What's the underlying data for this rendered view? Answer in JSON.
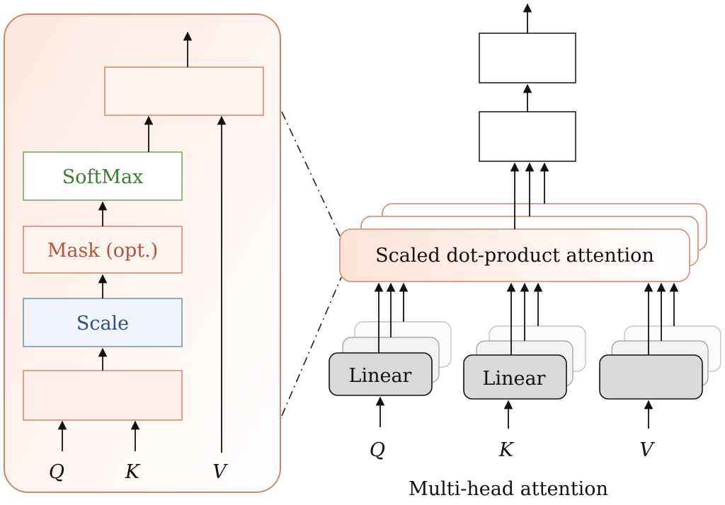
{
  "colors": {
    "panel_fill": "#fdeee8",
    "panel_stroke": "#d4826a",
    "orange_text": "#b5533c",
    "orange_stroke": "#d4826a",
    "green_text": "#3a7a35",
    "green_stroke": "#6aa35f",
    "blue_text": "#2d4f7c",
    "blue_stroke": "#6f8db5",
    "linear_fill": "#d9d9d9",
    "arrow": "#111111"
  },
  "left_panel": {
    "softmax_label": "SoftMax",
    "mask_label": "Mask (opt.)",
    "scale_label": "Scale",
    "matmul_top_label": "",
    "matmul_bottom_label": "",
    "input_q": "Q",
    "input_k": "K",
    "input_v": "V"
  },
  "right_panel": {
    "top_block_label": "",
    "concat_label": "",
    "attention_label": "Scaled dot-product attention",
    "linear_q_label": "Linear",
    "linear_k_label": "Linear",
    "linear_v_label": "",
    "input_q": "Q",
    "input_k": "K",
    "input_v": "V",
    "caption": "Multi-head attention"
  }
}
